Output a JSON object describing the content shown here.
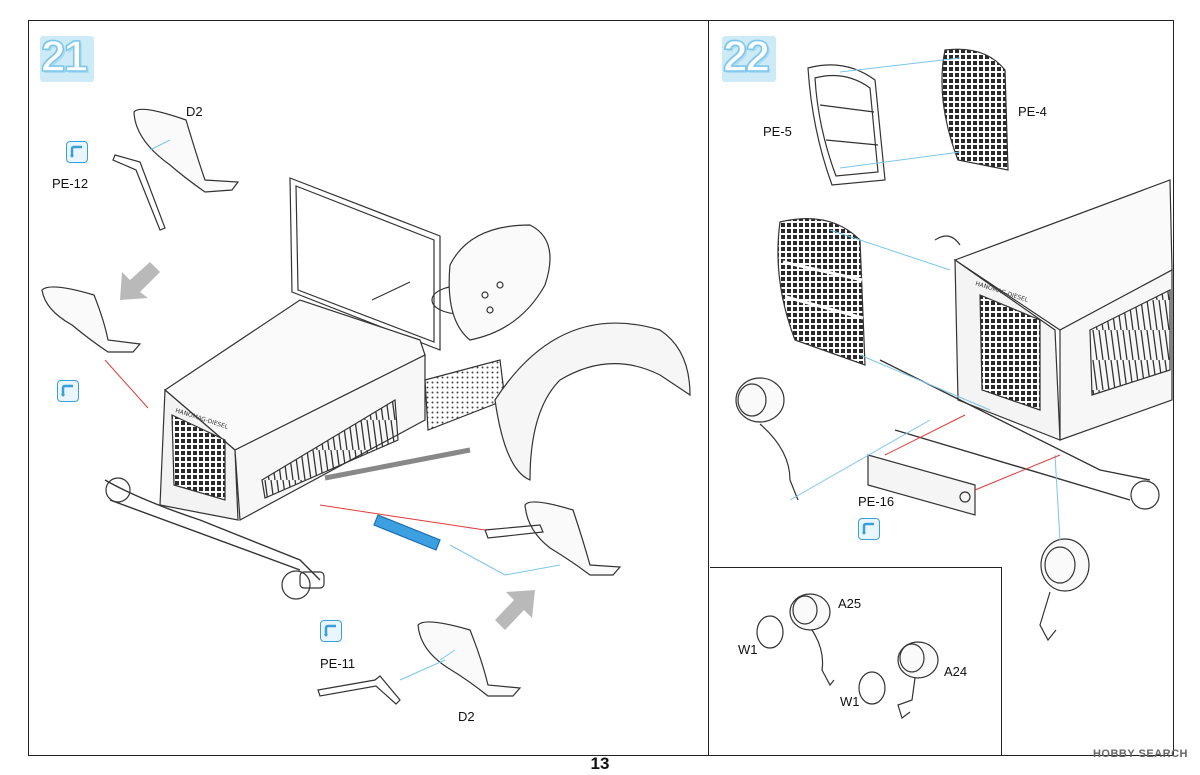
{
  "page": {
    "number": "13",
    "watermark": "HOBBY SEARCH"
  },
  "step21": {
    "number": "21",
    "labels": {
      "d2_top": "D2",
      "pe12": "PE-12",
      "pe11": "PE-11",
      "d2_bottom": "D2"
    }
  },
  "step22": {
    "number": "22",
    "labels": {
      "pe5": "PE-5",
      "pe4": "PE-4",
      "pe16": "PE-16"
    }
  },
  "inset": {
    "labels": {
      "a25": "A25",
      "w1_left": "W1",
      "a24": "A24",
      "w1_right": "W1"
    }
  },
  "colors": {
    "frame": "#222222",
    "step_fill": "#cdeaf7",
    "step_stroke": "#7cc6ea",
    "guide_line_blue": "#7cc6ea",
    "guide_line_red": "#e03a3a",
    "part_highlight": "#3b9fe0",
    "arrow_gray": "#b9b9b9"
  },
  "icons": [
    "photo-etch-icon",
    "direction-arrow-icon"
  ]
}
